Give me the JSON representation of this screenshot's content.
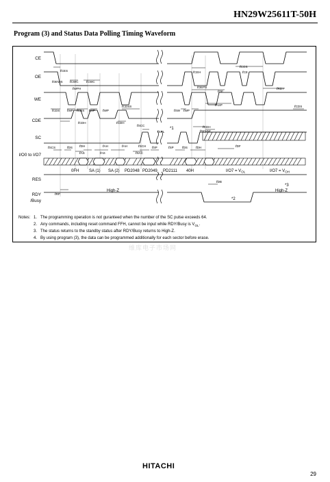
{
  "header": {
    "part_number": "HN29W25611T-50H",
    "section_title": "Program (3) and Status Data Polling Timing Waveform"
  },
  "signals": {
    "ce": "CE",
    "oe": "OE",
    "we": "WE",
    "cde": "CDE",
    "sc": "SC",
    "io": "I/O0 to I/O7",
    "res": "RES",
    "rdy": "RDY",
    "busy": "/Busy"
  },
  "timing": {
    "ces": "CES",
    "oews": "OEWS",
    "cwc": "CWC",
    "cwc2": "CWC",
    "wph": "WPH",
    "ceh": "CEH",
    "ce": "CE",
    "cos": "COS",
    "oeps": "OEPS",
    "oe": "OE",
    "rdy": "RDY",
    "cds": "CDS",
    "wp": "WP",
    "cds2": "CDS",
    "wp2": "WP",
    "wp3": "WP",
    "cdss": "CDSS",
    "sw": "SW",
    "wp4": "WP",
    "asp": "ASP",
    "cds3": "CDS",
    "cdh": "CDH",
    "cdh2": "CDH",
    "scc": "SCC",
    "spl": "SPL",
    "cdh3": "CDH",
    "schw": "SCHW",
    "scs": "SCS",
    "ds": "DS",
    "dh": "DH",
    "as": "AS",
    "ah": "AH",
    "as2": "AS",
    "ah2": "AH",
    "sch": "SCH",
    "sac": "SAC",
    "sp": "SP",
    "sp2": "SP",
    "ds2": "DS",
    "dh2": "DH",
    "df": "DF",
    "db": "DB",
    "rp": "RP"
  },
  "values": {
    "v1": "0FH",
    "v2": "SA (1)",
    "v3": "SA (2)",
    "v4": "PD2048",
    "v5": "PD2049",
    "v6": "PD2111",
    "v7": "40H",
    "v8": "I/O7 = V",
    "v8sub": "OL",
    "v9": "I/O7 = V",
    "v9sub": "OH"
  },
  "annotations": {
    "highz1": "High-Z",
    "highz2": "High-Z",
    "n1": "*1",
    "n2": "*2",
    "n3": "*3"
  },
  "notes": {
    "heading": "Notes:",
    "items": [
      {
        "num": "1.",
        "text": "The programming operation is not guranteed when the number of the SC pulse exceeds 64."
      },
      {
        "num": "2.",
        "text": "Any commands, including reset command FFH, cannot be input while RDY/Busy is V",
        "sub": "OL",
        "tail": "."
      },
      {
        "num": "3.",
        "text": "The status returns to the standby status after RDY/Busy returns to High-Z."
      },
      {
        "num": "4.",
        "text": "By using program (3), the data can be programmed additionally for each sector before erase."
      }
    ]
  },
  "watermark": "维库电子市场网",
  "footer": {
    "logo": "HITACHI",
    "page_number": "29"
  }
}
